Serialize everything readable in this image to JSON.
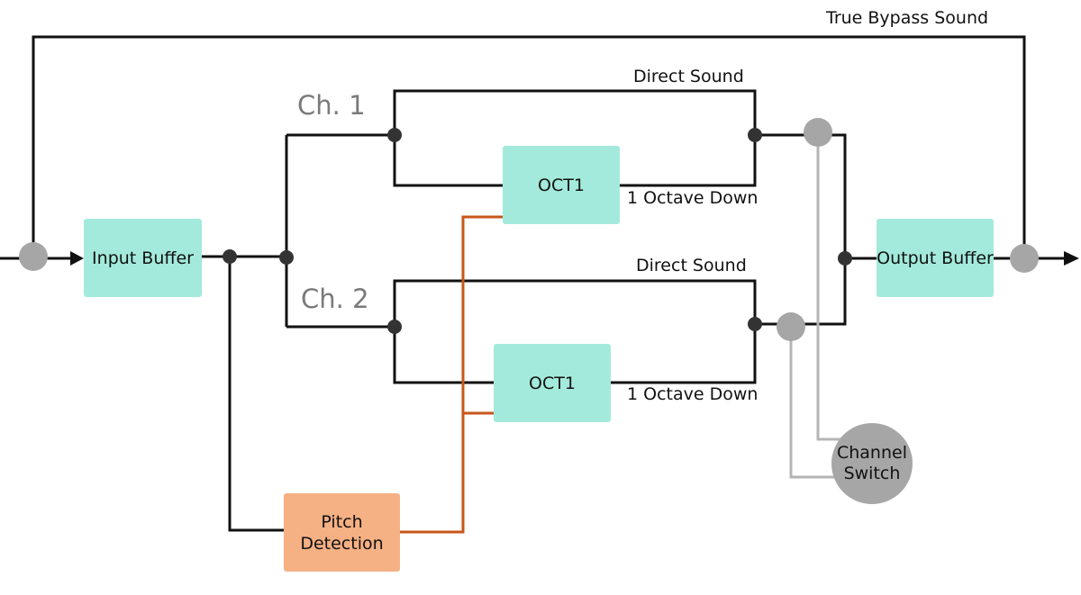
{
  "blocks": {
    "input_buffer": "Input Buffer",
    "output_buffer": "Output Buffer",
    "oct1_top": "OCT1",
    "oct1_bottom": "OCT1",
    "pitch_detection_line1": "Pitch",
    "pitch_detection_line2": "Detection"
  },
  "labels": {
    "true_bypass": "True Bypass Sound",
    "direct_sound_ch1": "Direct Sound",
    "direct_sound_ch2": "Direct Sound",
    "octave_down_ch1": "1 Octave Down",
    "octave_down_ch2": "1 Octave Down",
    "ch1": "Ch. 1",
    "ch2": "Ch. 2"
  },
  "channel_switch": {
    "line1": "Channel",
    "line2": "Switch"
  },
  "colors": {
    "block_teal": "#a3eadc",
    "block_orange": "#f5b084",
    "signal_line": "#111111",
    "pitch_line": "#c8561a",
    "switch_grey": "#a6a6a6",
    "control_line": "#b5b5b5"
  }
}
